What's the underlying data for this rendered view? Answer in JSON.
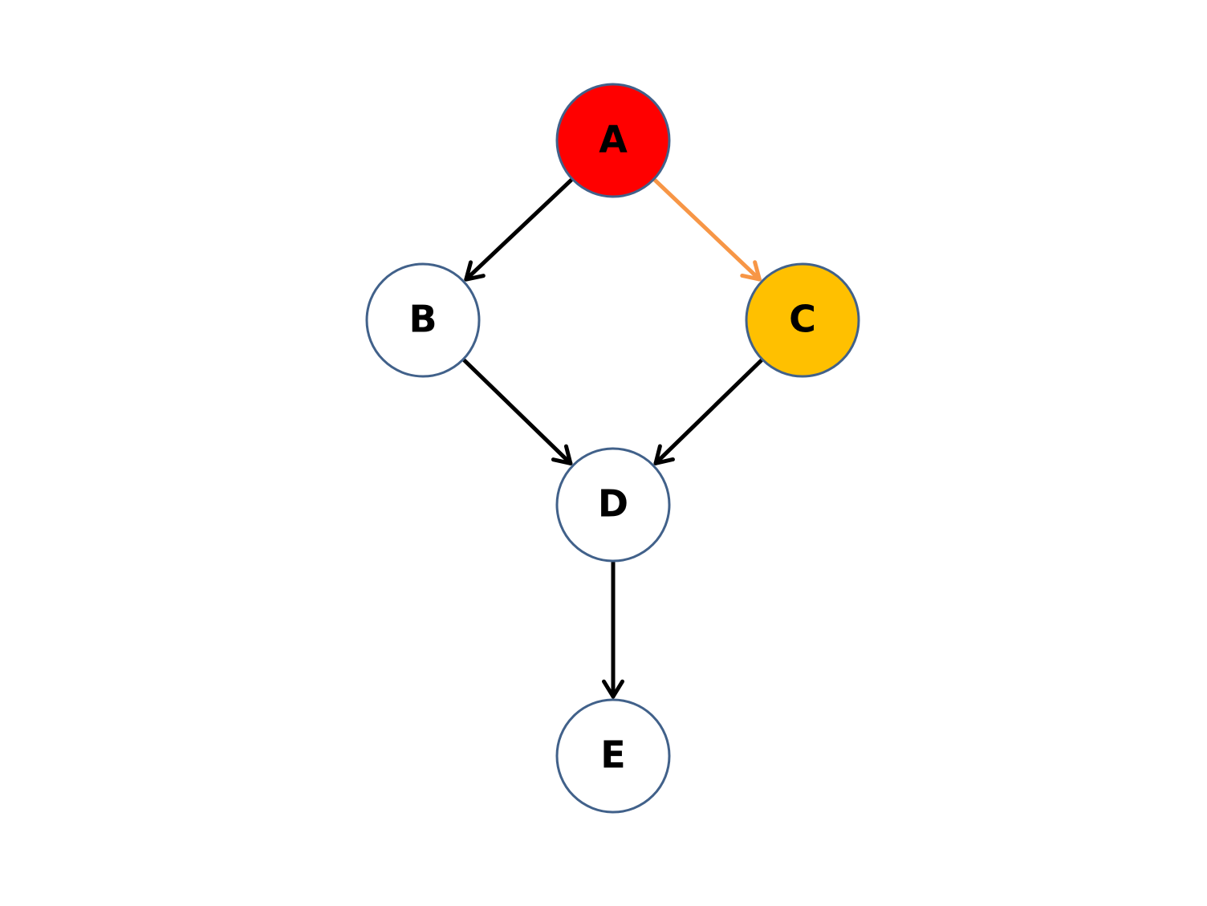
{
  "colors": {
    "node_border": "#41618A",
    "default_fill": "#FFFFFF",
    "edge_default": "#000000"
  },
  "nodes": [
    {
      "id": "A",
      "label": "A",
      "fill": "#FF0000"
    },
    {
      "id": "B",
      "label": "B",
      "fill": "#FFFFFF"
    },
    {
      "id": "C",
      "label": "C",
      "fill": "#FFC000"
    },
    {
      "id": "D",
      "label": "D",
      "fill": "#FFFFFF"
    },
    {
      "id": "E",
      "label": "E",
      "fill": "#FFFFFF"
    }
  ],
  "edges": [
    {
      "from": "A",
      "to": "B",
      "color": "#000000"
    },
    {
      "from": "A",
      "to": "C",
      "color": "#F79646"
    },
    {
      "from": "B",
      "to": "D",
      "color": "#000000"
    },
    {
      "from": "C",
      "to": "D",
      "color": "#000000"
    },
    {
      "from": "D",
      "to": "E",
      "color": "#000000"
    }
  ]
}
